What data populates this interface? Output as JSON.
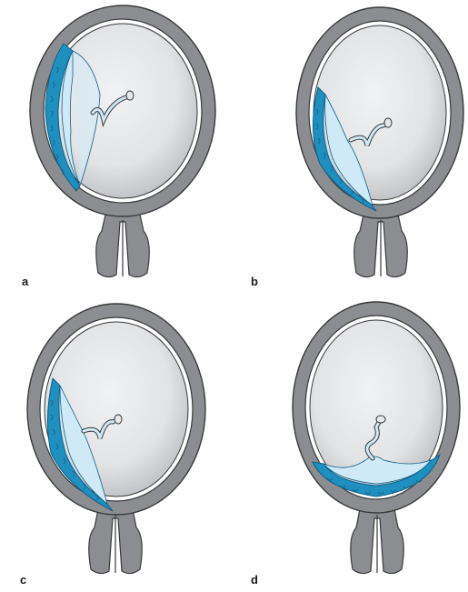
{
  "panels": [
    {
      "id": "a",
      "label": "a",
      "placenta_site": "fundal-lateral"
    },
    {
      "id": "b",
      "label": "b",
      "placenta_site": "low-lateral"
    },
    {
      "id": "c",
      "label": "c",
      "placenta_site": "marginal-to-os"
    },
    {
      "id": "d",
      "label": "d",
      "placenta_site": "lower-segment"
    }
  ],
  "colors": {
    "uterine_wall": "#8c8d90",
    "wall_outline": "#3a3a3a",
    "cavity_fill": "#e7e8ea",
    "cavity_shade": "#c4c5c8",
    "placenta_blue": "#1f8fc0",
    "placenta_dark": "#0f5f86",
    "membrane_light": "#cfe9f6"
  }
}
